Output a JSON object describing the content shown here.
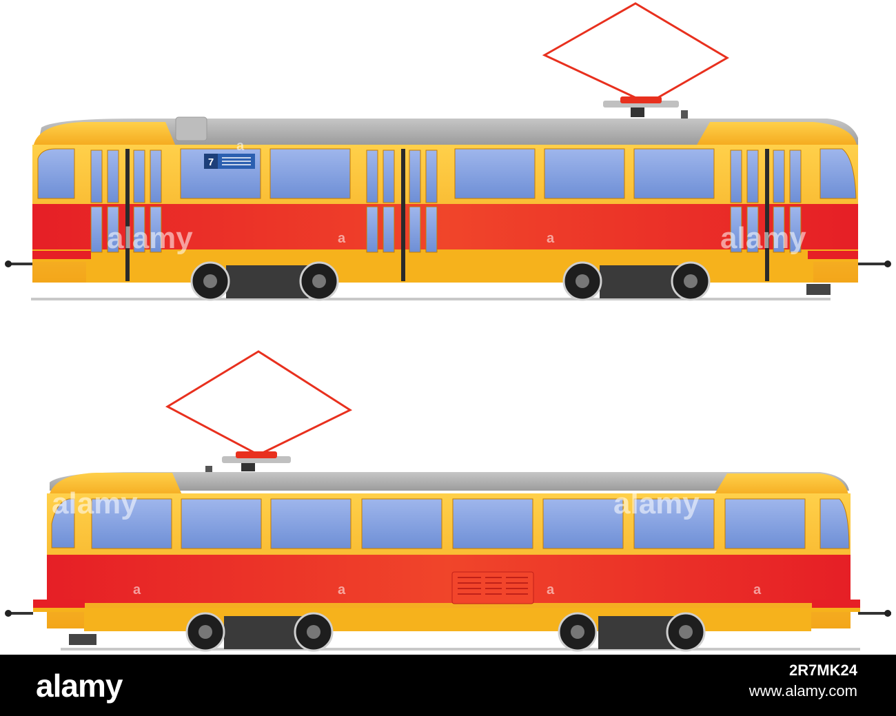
{
  "tram_top": {
    "route_number": "7"
  },
  "watermark": {
    "text": "alamy",
    "mark": "a"
  },
  "footer": {
    "brand": "alamy",
    "image_id": "2R7MK24",
    "site": "www.alamy.com"
  },
  "colors": {
    "red_band": "#ec2a24",
    "yellow_body": "#f6b21c",
    "window_blue": "#7f9fe0",
    "roof_grey": "#a9a9a9",
    "pantograph_red": "#e8301e",
    "background": "#ffffff",
    "footer_bg": "#000000"
  }
}
